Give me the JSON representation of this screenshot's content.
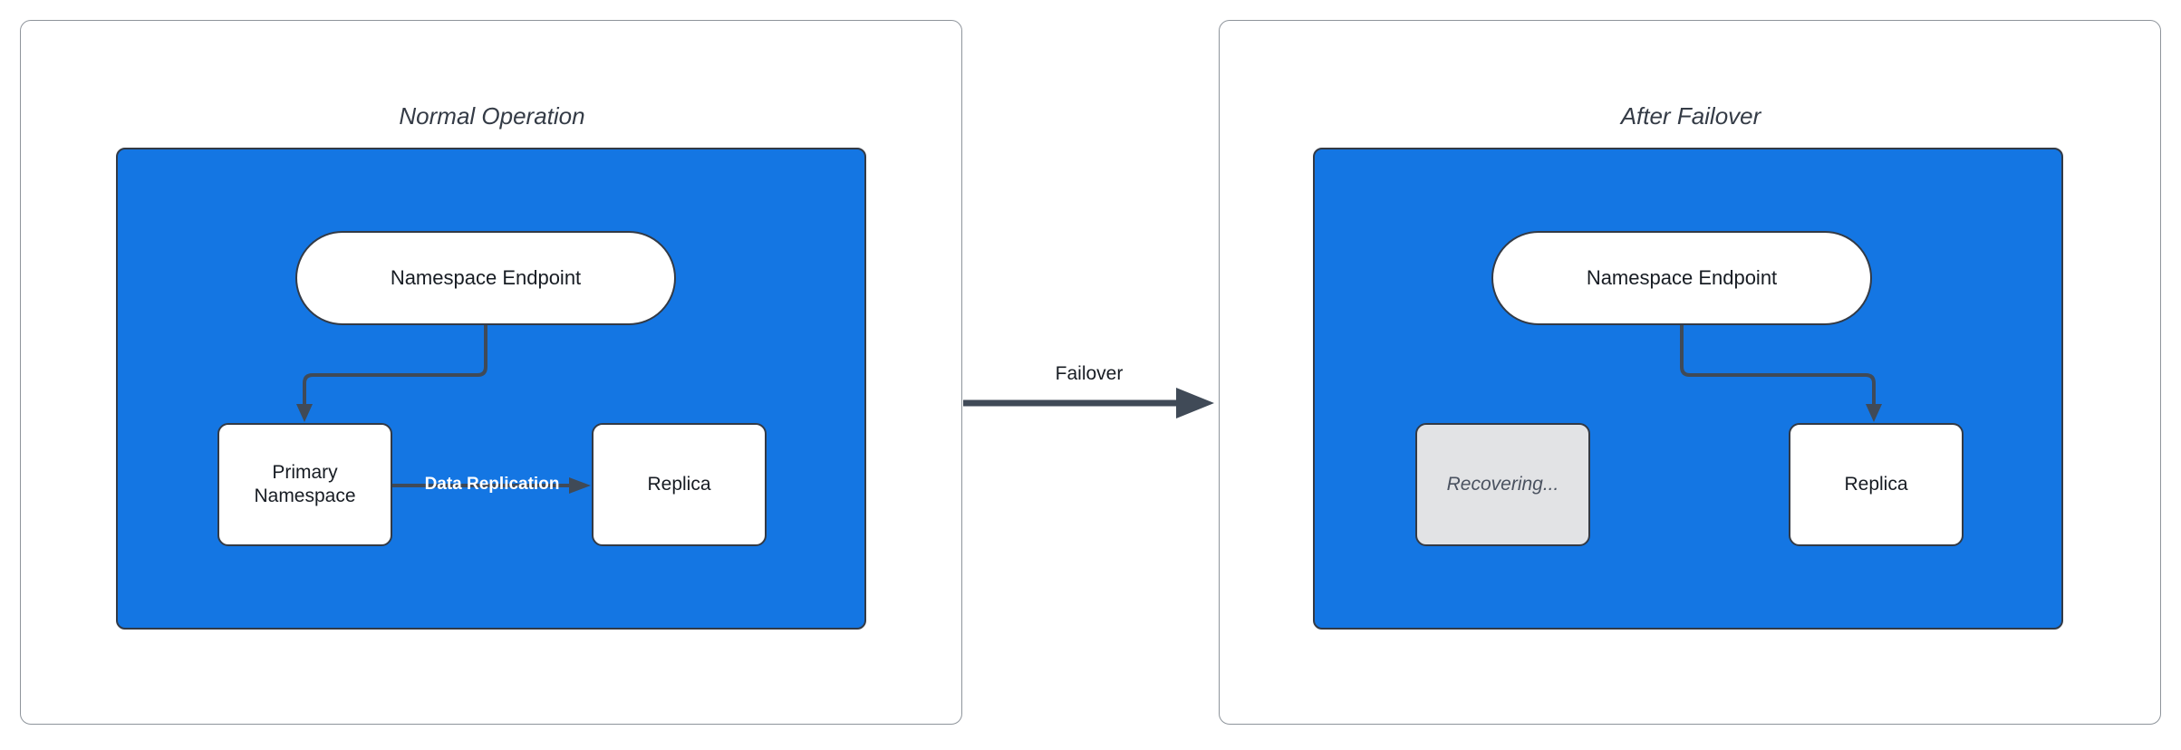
{
  "colors": {
    "container_blue": "#1476e3",
    "node_border": "#333a45",
    "arrow": "#404a57",
    "panel_border": "#8e949b",
    "recovering_fill": "#e2e3e5",
    "node_text": "#171c23",
    "title_text": "#343b46",
    "edge_label_text": "#ffffff"
  },
  "diagram": {
    "left_panel": {
      "title": "Normal Operation",
      "endpoint_label": "Namespace Endpoint",
      "primary_label": "Primary Namespace",
      "replica_label": "Replica",
      "replication_edge_label": "Data Replication"
    },
    "failover_edge_label": "Failover",
    "right_panel": {
      "title": "After Failover",
      "endpoint_label": "Namespace Endpoint",
      "recovering_label": "Recovering...",
      "replica_label": "Replica"
    }
  }
}
